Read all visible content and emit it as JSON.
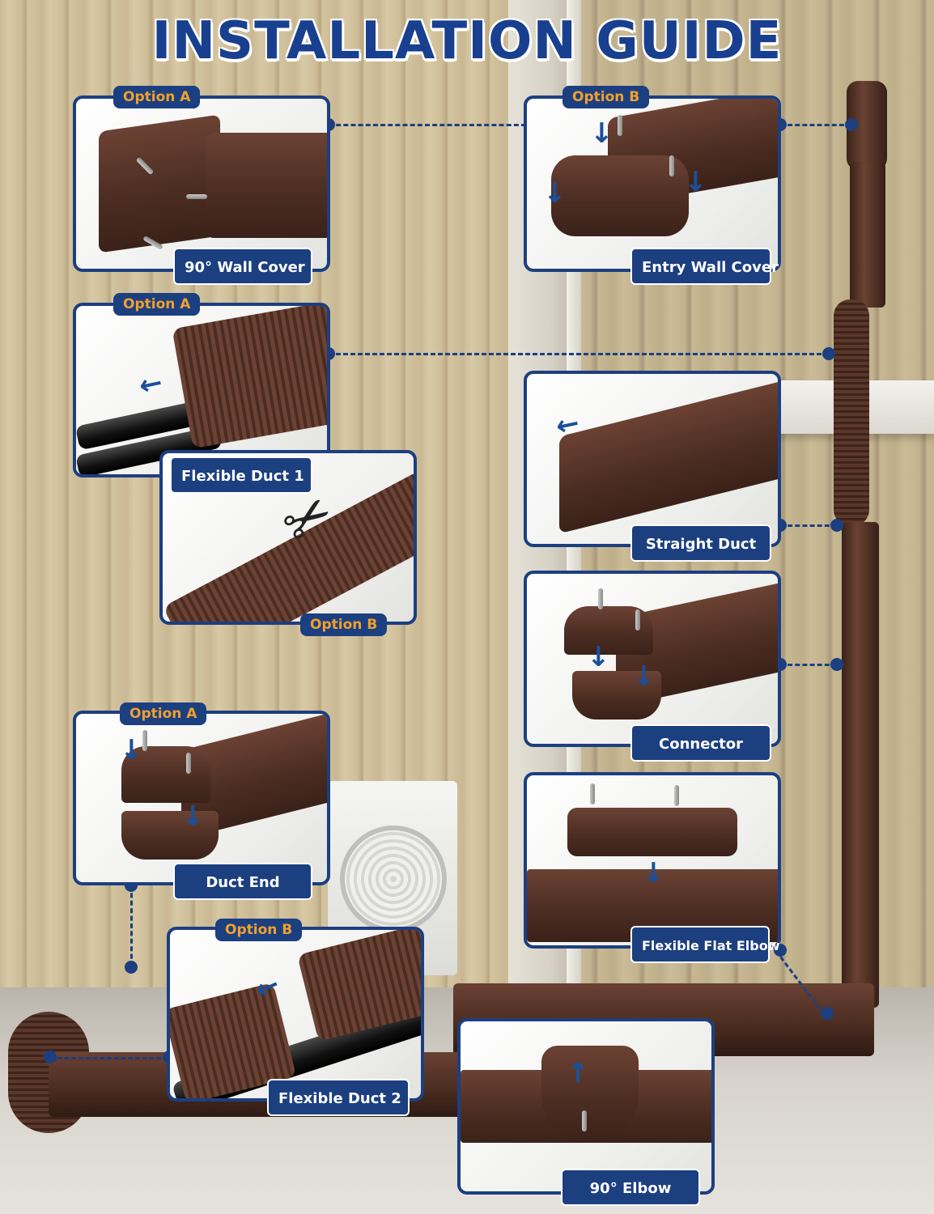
{
  "title": "INSTALLATION GUIDE",
  "panels": {
    "wall_cover_90": {
      "option": "Option A",
      "label": "90° Wall Cover"
    },
    "entry_wall_cover": {
      "option": "Option B",
      "label": "Entry Wall Cover"
    },
    "flexible_duct_1": {
      "option": "Option A",
      "label": "Flexible Duct 1"
    },
    "flexible_duct_1_cut": {
      "option": "Option B"
    },
    "straight_duct": {
      "label": "Straight Duct"
    },
    "connector": {
      "label": "Connector"
    },
    "duct_end": {
      "option": "Option A",
      "label": "Duct End"
    },
    "flexible_flat_elbow": {
      "label": "Flexible Flat Elbow"
    },
    "flexible_duct_2": {
      "option": "Option B",
      "label": "Flexible Duct 2"
    },
    "elbow_90": {
      "label": "90° Elbow"
    }
  },
  "icons": {
    "arrow": "→",
    "arrow_down": "↓",
    "arrow_left": "←",
    "scissors": "✂"
  },
  "colors": {
    "brand_navy": "#1c3f80",
    "option_orange": "#f0a02c",
    "duct_brown": "#4b2c21"
  }
}
